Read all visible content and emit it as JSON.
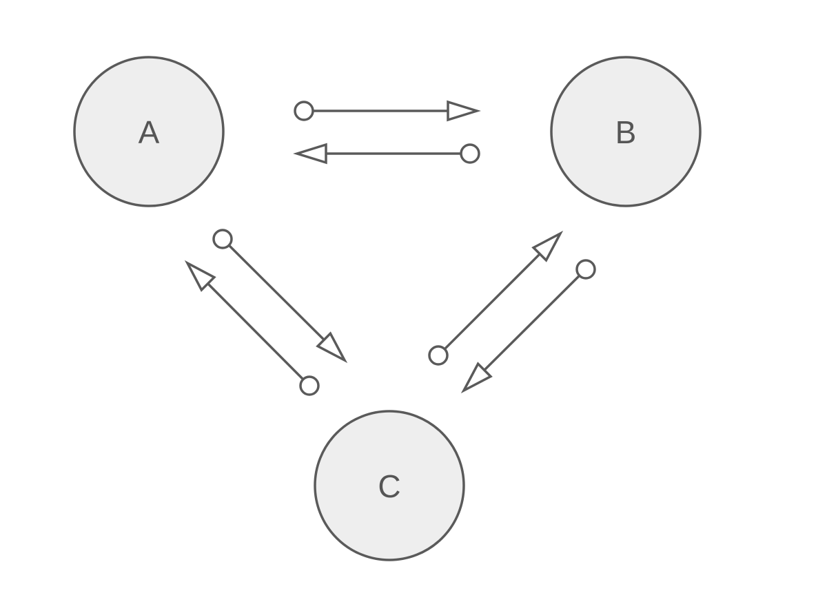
{
  "diagram": {
    "type": "directed-graph",
    "style": {
      "stroke_color": "#5a5a5a",
      "node_fill_color": "#eeeeee",
      "label_color": "#555555",
      "background_color": "#ffffff"
    },
    "nodes": [
      {
        "id": "A",
        "label": "A"
      },
      {
        "id": "B",
        "label": "B"
      },
      {
        "id": "C",
        "label": "C"
      }
    ],
    "edges": [
      {
        "from": "A",
        "to": "B",
        "tail_marker": "circle",
        "head_marker": "hollow-triangle"
      },
      {
        "from": "B",
        "to": "A",
        "tail_marker": "circle",
        "head_marker": "hollow-triangle"
      },
      {
        "from": "A",
        "to": "C",
        "tail_marker": "circle",
        "head_marker": "hollow-triangle"
      },
      {
        "from": "C",
        "to": "A",
        "tail_marker": "circle",
        "head_marker": "hollow-triangle"
      },
      {
        "from": "C",
        "to": "B",
        "tail_marker": "circle",
        "head_marker": "hollow-triangle"
      },
      {
        "from": "B",
        "to": "C",
        "tail_marker": "circle",
        "head_marker": "hollow-triangle"
      }
    ]
  }
}
